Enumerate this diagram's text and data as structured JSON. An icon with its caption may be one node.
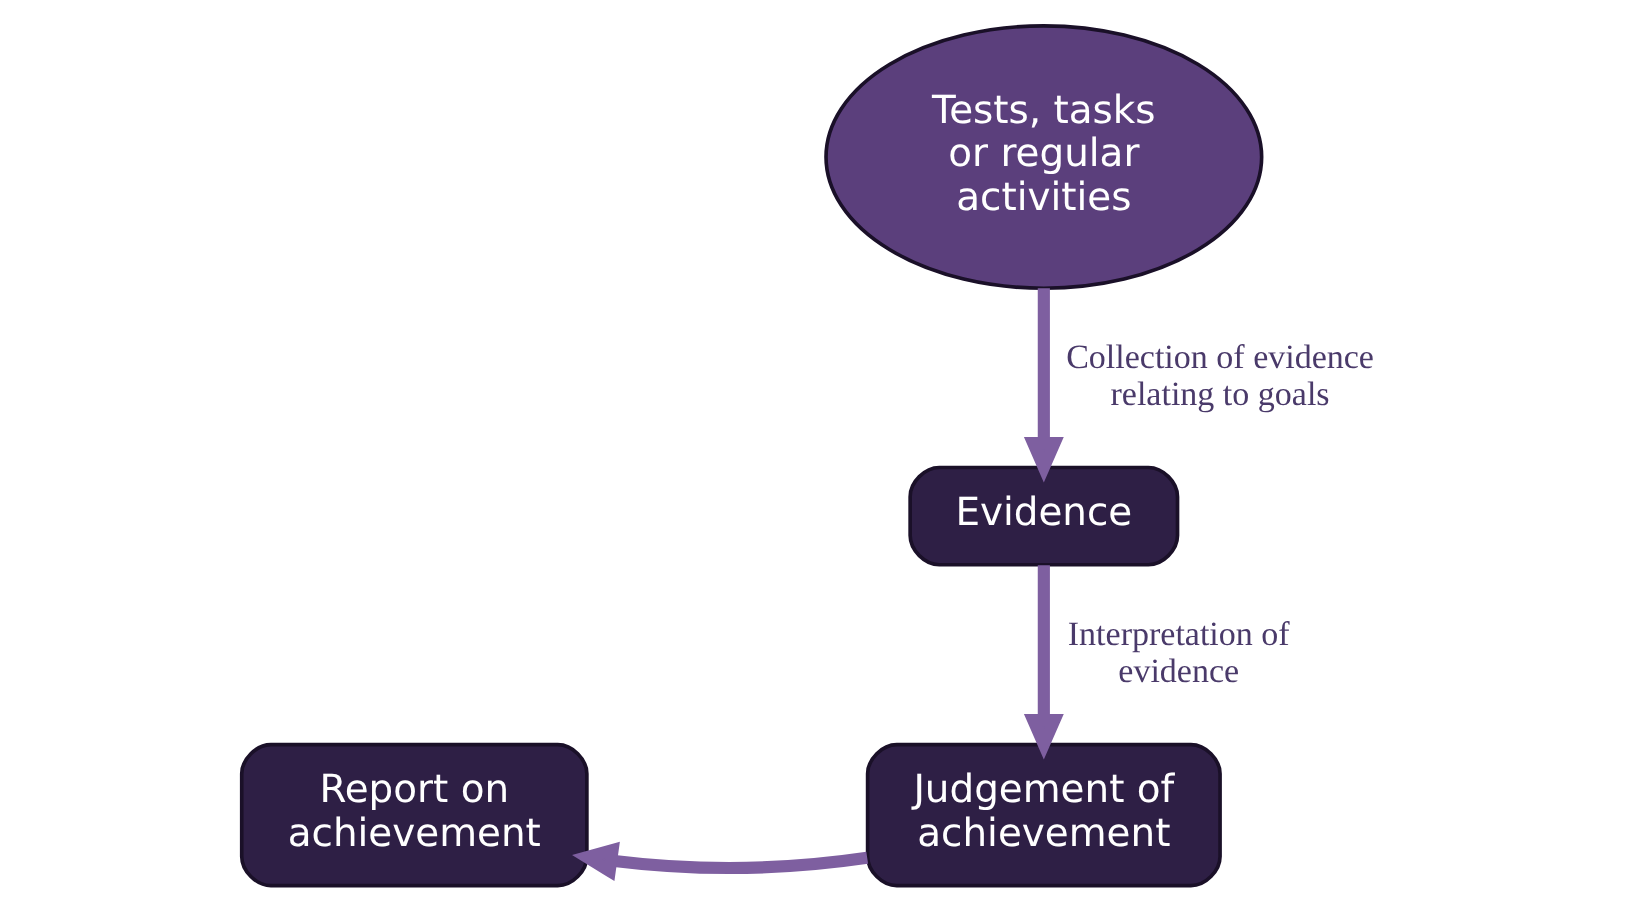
{
  "diagram": {
    "nodes": [
      {
        "text": [
          "Tests, tasks or regular activities"
        ]
      },
      {
        "text": [
          "Evidence"
        ]
      },
      {
        "text": [
          "Judgement of achievement"
        ]
      },
      {
        "text": [
          "Report on achievement"
        ]
      }
    ],
    "edges": [
      {
        "from": 0,
        "to": 1,
        "arrow": "to",
        "label": "Collection of evidence relating to goals"
      },
      {
        "from": 1,
        "to": 2,
        "arrow": "to",
        "label": "Interpretation of evidence"
      },
      {
        "from": 2,
        "to": 3,
        "arrow": "to"
      }
    ]
  }
}
